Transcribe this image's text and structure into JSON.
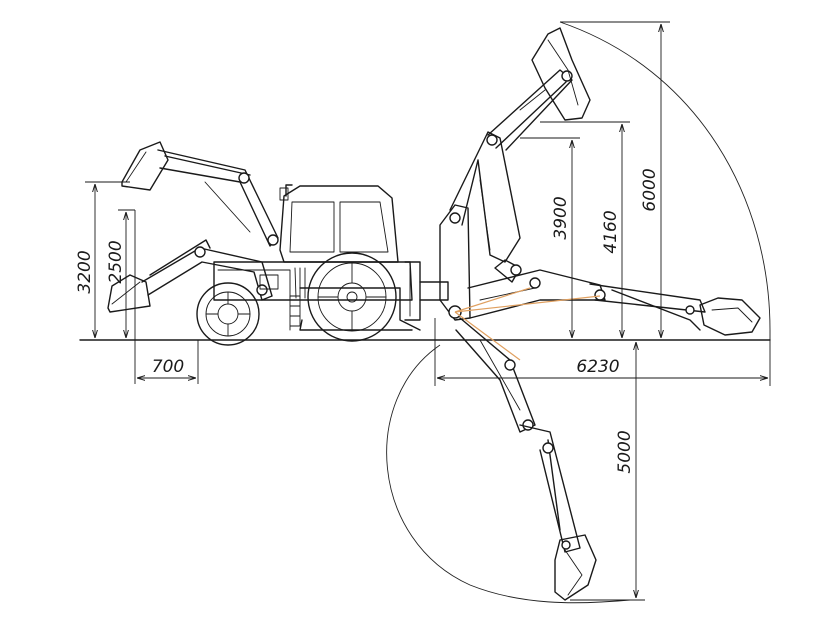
{
  "dimensions": {
    "loader_max_height": "3200",
    "loader_hinge_height": "2500",
    "loader_reach": "700",
    "backhoe_reach": "6230",
    "backhoe_dump_height": "3900",
    "backhoe_pin_height": "4160",
    "backhoe_max_height": "6000",
    "backhoe_dig_depth": "5000"
  }
}
